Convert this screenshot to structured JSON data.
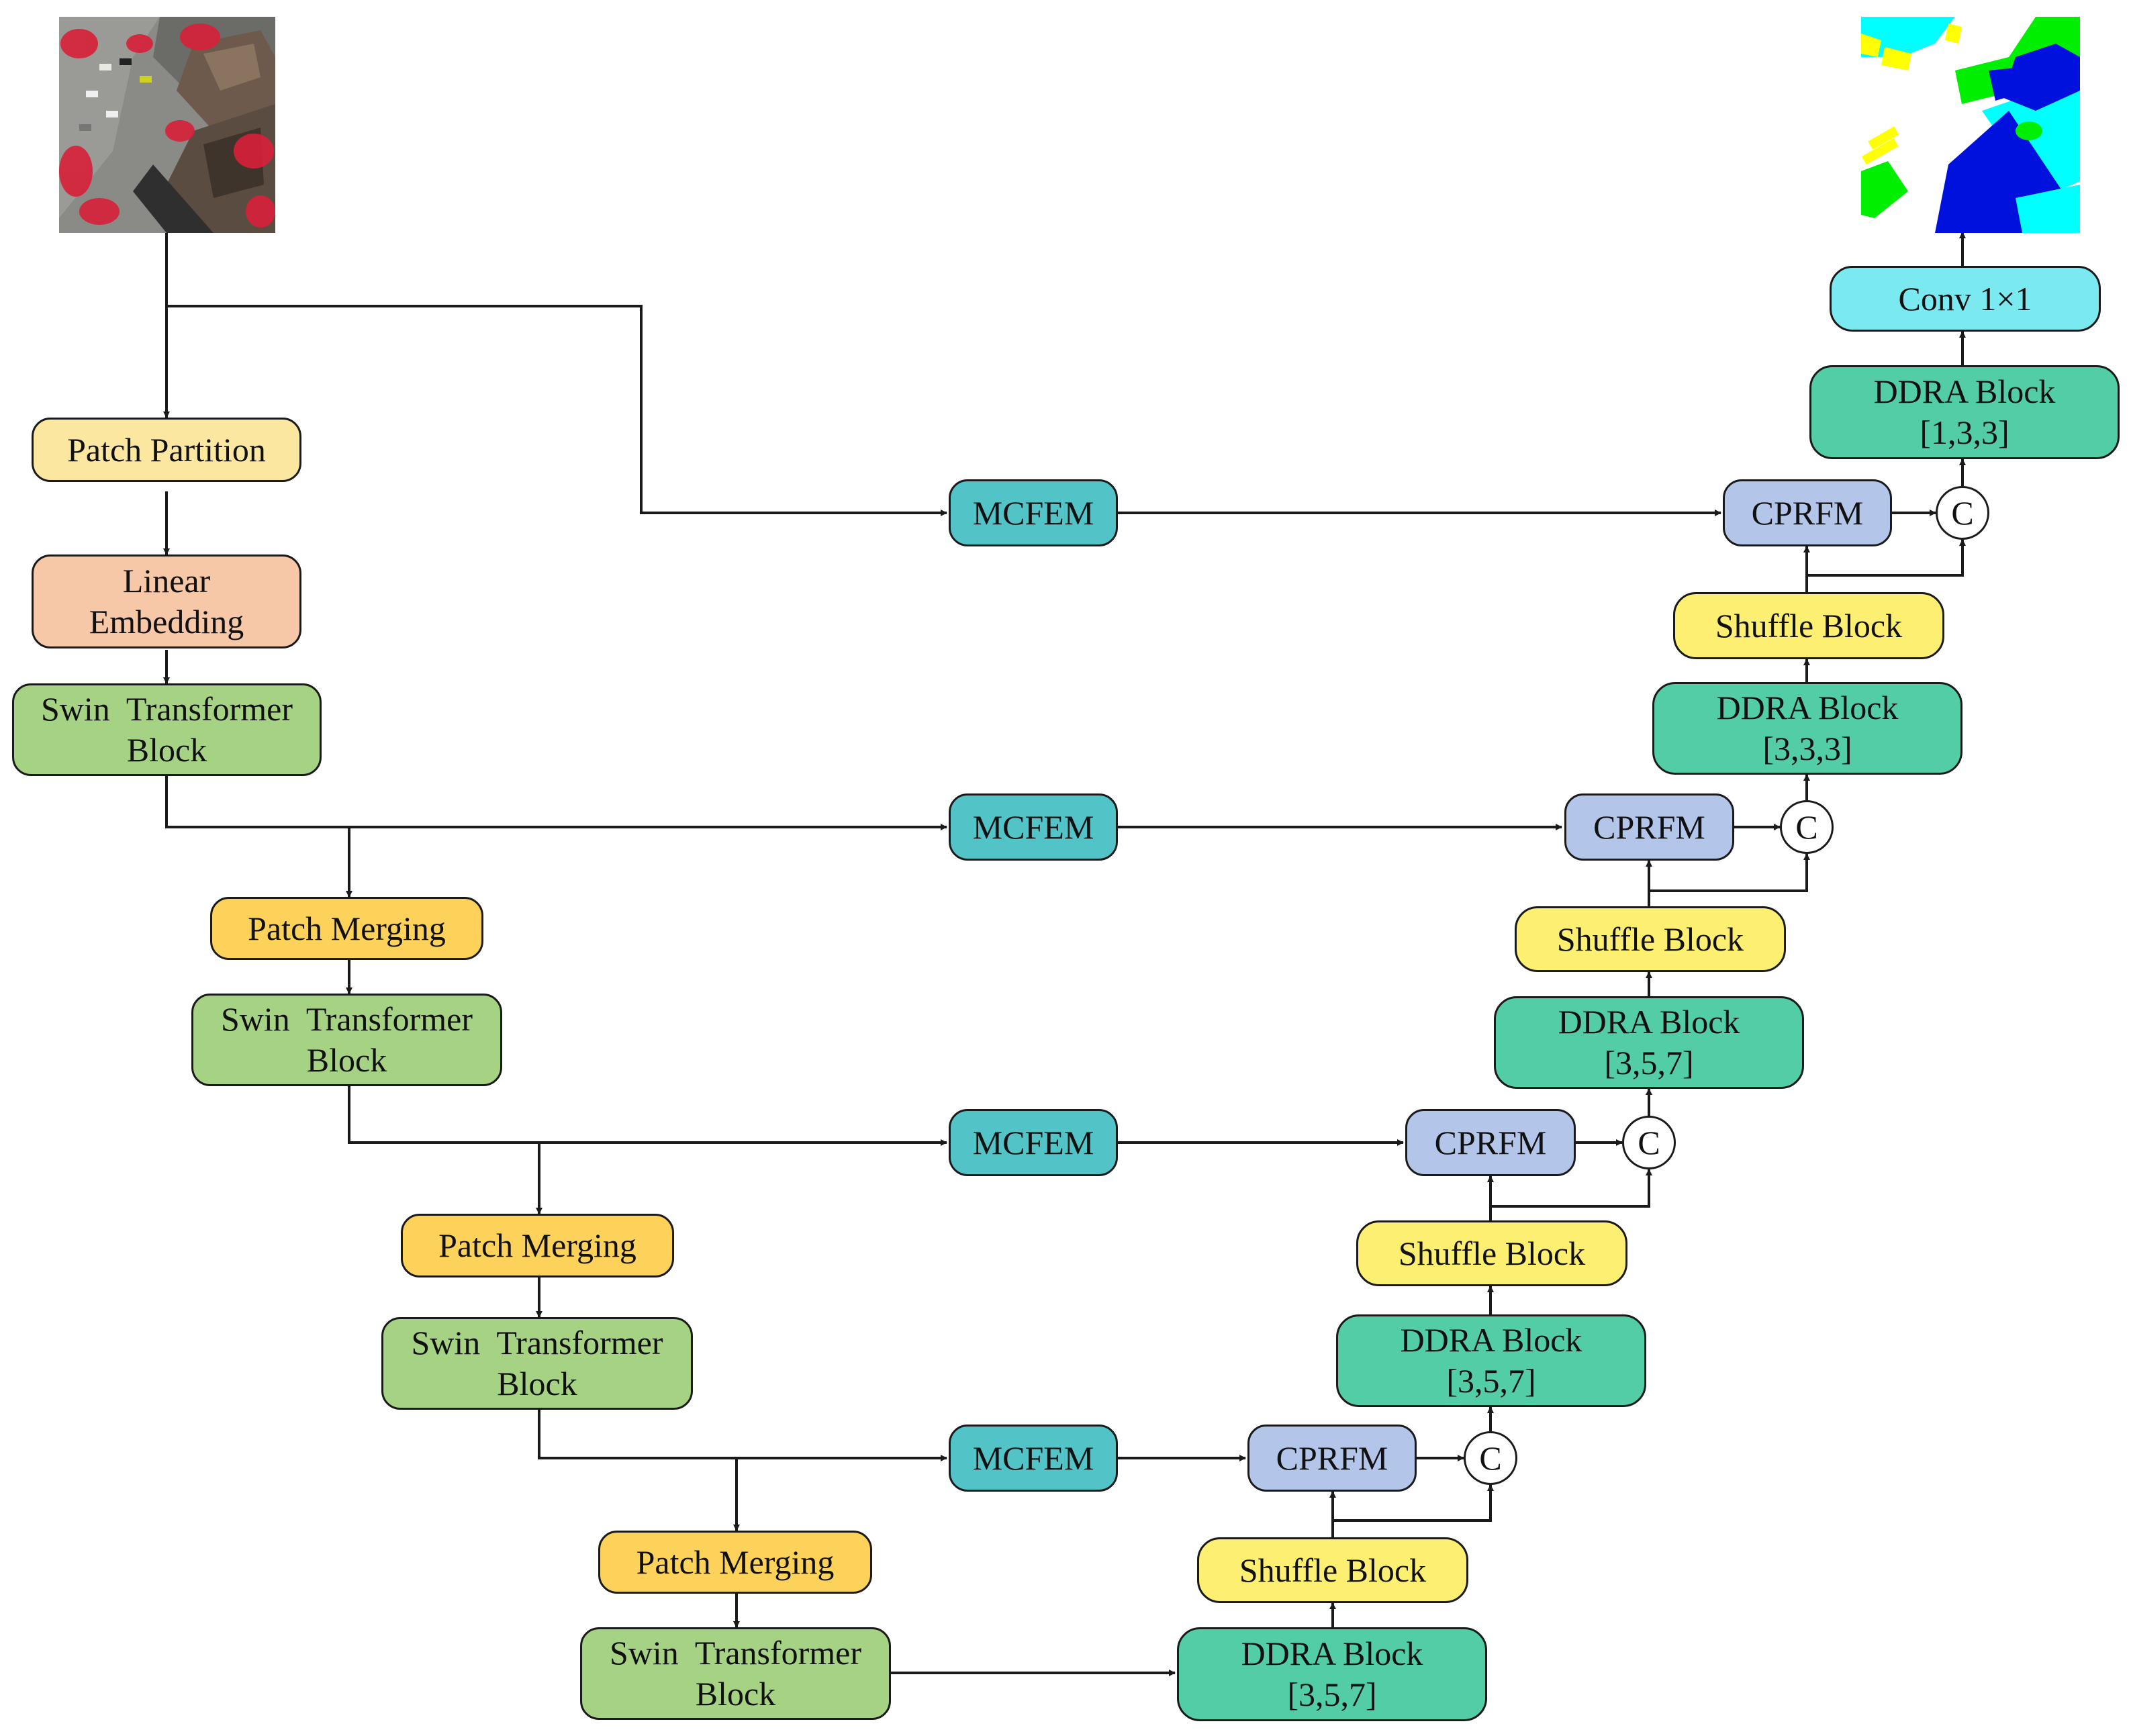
{
  "diagram": {
    "encoder": {
      "patch_partition": "Patch Partition",
      "linear_embedding": [
        "Linear",
        "Embedding"
      ],
      "swin_block": [
        "Swin  Transformer",
        "Block"
      ],
      "patch_merging": "Patch Merging"
    },
    "skip": {
      "mcfem": "MCFEM",
      "cprfm": "CPRFM",
      "concat": "C"
    },
    "decoder": {
      "shuffle_block": "Shuffle Block",
      "ddra_title": "DDRA Block",
      "ddra_kernels": [
        "[3,5,7]",
        "[3,5,7]",
        "[3,5,7]",
        "[3,3,3]",
        "[1,3,3]"
      ],
      "conv": "Conv 1×1"
    },
    "colors": {
      "patch_partition": "#fbe7a0",
      "linear_embedding": "#f7c8a8",
      "swin": "#a6d284",
      "patch_merging": "#fcd25a",
      "mcfem": "#52c4c7",
      "cprfm": "#b3c6ea",
      "shuffle": "#fdef72",
      "ddra": "#53cda5",
      "conv": "#7aeaf0",
      "seg_building": "#0011dd",
      "seg_lowveg": "#00ffff",
      "seg_tree": "#00ee00",
      "seg_car": "#ffff00"
    },
    "icons": {
      "input": "aerial-image-icon",
      "output": "segmentation-map-icon"
    }
  }
}
